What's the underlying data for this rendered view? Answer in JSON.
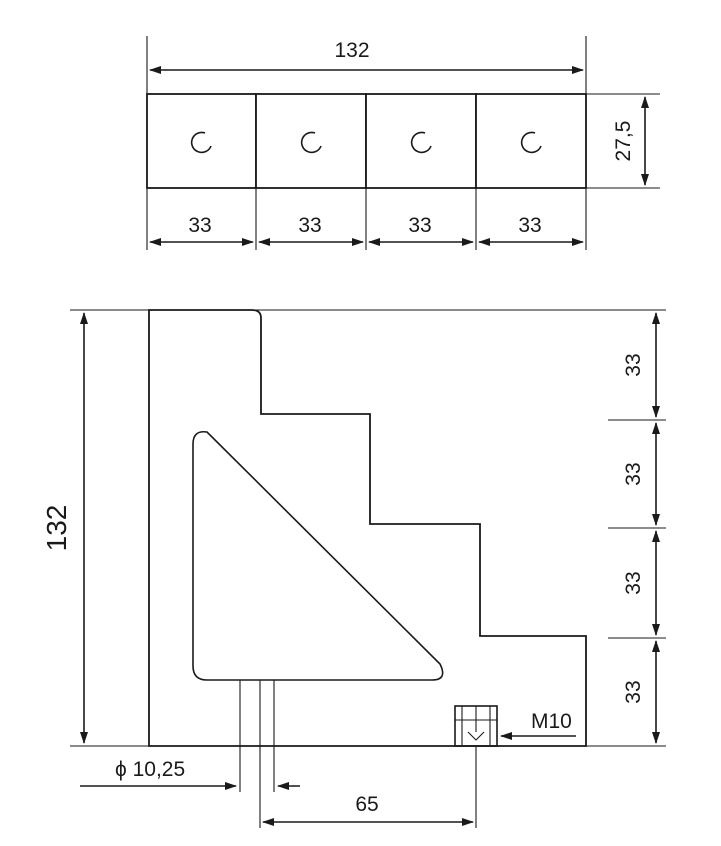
{
  "top_view": {
    "total_width": "132",
    "height": "27,5",
    "segment_widths": [
      "33",
      "33",
      "33",
      "33"
    ]
  },
  "front_view": {
    "total_height": "132",
    "step_heights": [
      "33",
      "33",
      "33",
      "33"
    ],
    "hole_diameter": "ϕ 10,25",
    "offset": "65",
    "thread": "M10"
  },
  "colors": {
    "line": "#1a1a1a",
    "background": "#ffffff"
  }
}
